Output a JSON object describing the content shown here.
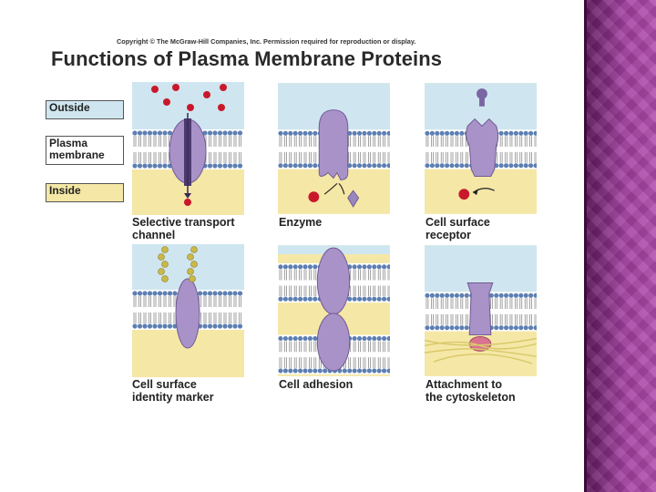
{
  "copyright": "Copyright © The McGraw-Hill Companies, Inc. Permission required for reproduction or display.",
  "title": "Functions of Plasma Membrane Proteins",
  "legend": {
    "outside": "Outside",
    "membrane": "Plasma\nmembrane",
    "inside": "Inside"
  },
  "panels": [
    {
      "label": "Selective transport\nchannel"
    },
    {
      "label": "Enzyme"
    },
    {
      "label": "Cell surface\nreceptor"
    },
    {
      "label": "Cell surface\nidentity marker"
    },
    {
      "label": "Cell adhesion"
    },
    {
      "label": "Attachment to\nthe cytoskeleton"
    }
  ],
  "colors": {
    "outside": "#cfe6f0",
    "inside": "#f5e7a6",
    "protein": "#a892c8",
    "ball": "#c8192b",
    "sidebar": "#8e2f8a"
  }
}
